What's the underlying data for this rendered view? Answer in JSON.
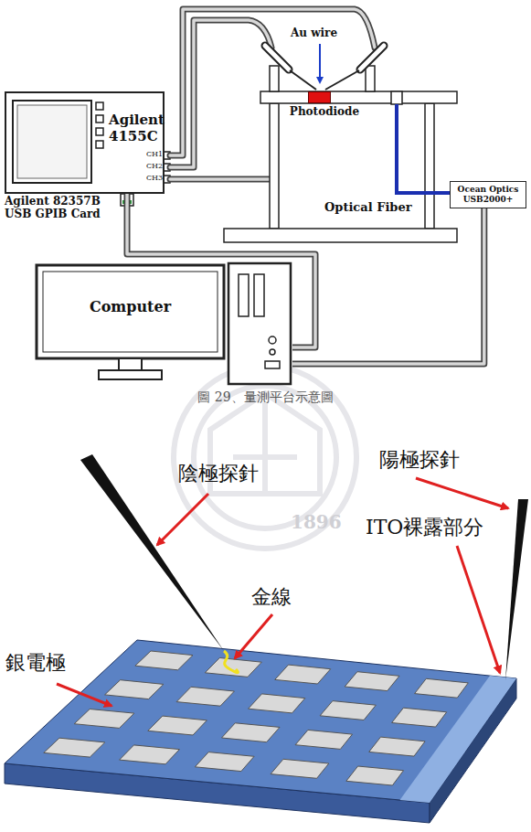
{
  "diagram": {
    "caption": "圖 29、量測平台示意圖",
    "nodes": [
      {
        "text": [
          "Agilent 4155C"
        ]
      },
      {
        "text": [
          "Photodiode"
        ]
      },
      {
        "text": [
          "Ocean Optics USB2000+"
        ]
      },
      {
        "text": [
          "Computer"
        ]
      }
    ],
    "edges": [
      {
        "from": 0,
        "to": 3,
        "arrow": "none"
      },
      {
        "from": 2,
        "to": 3,
        "arrow": "none"
      }
    ],
    "labels": [
      "CH1",
      "CH2",
      "CH3",
      "Agilent 82357B USB GPIB Card",
      "Au wire",
      "Optical Fiber",
      "1896",
      "陰極探針",
      "陽極探針",
      "ITO裸露部分",
      "金線",
      "銀電極"
    ]
  }
}
